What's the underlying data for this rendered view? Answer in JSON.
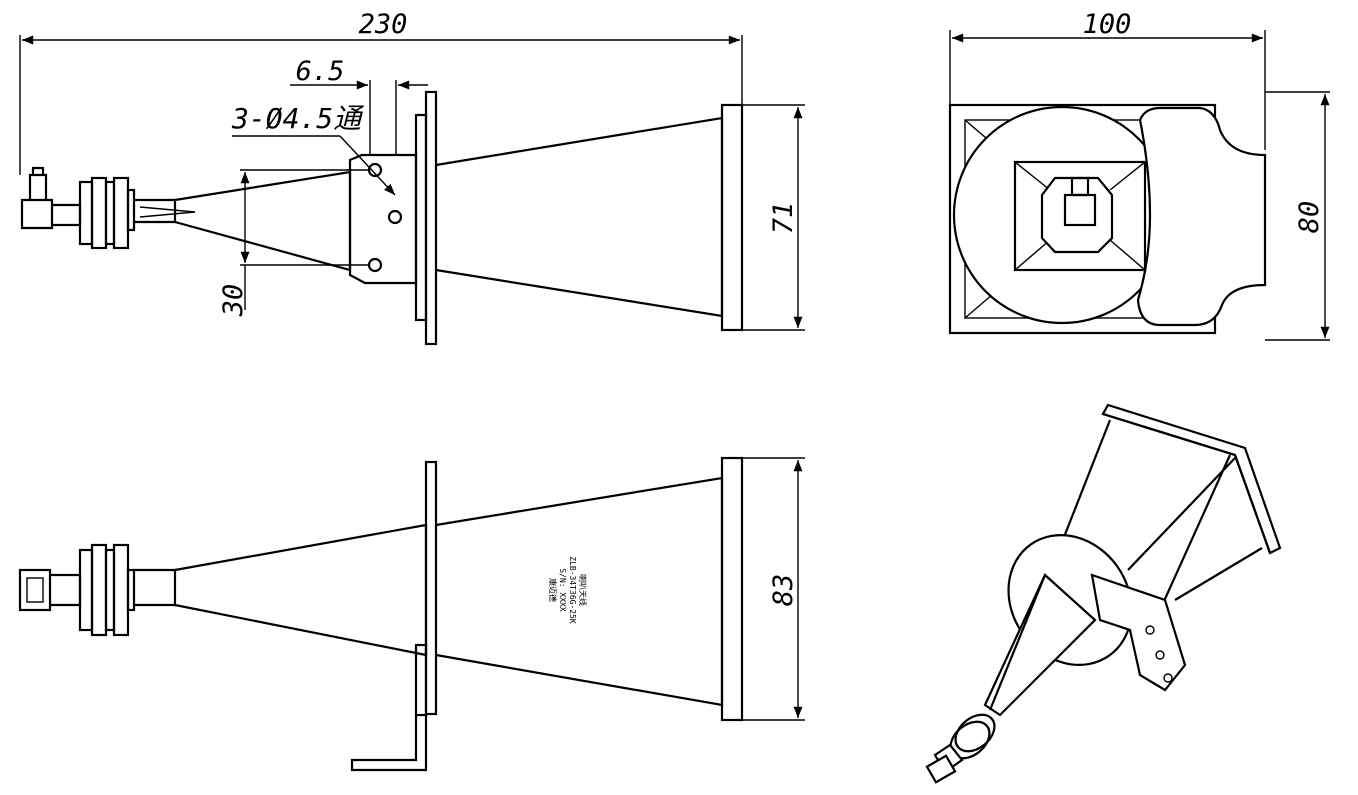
{
  "dimensions": {
    "side_length": "230",
    "side_offset": "6.5",
    "side_holes": "3-Ø4.5通",
    "side_hole_pitch": "30",
    "side_aperture": "71",
    "front_width": "100",
    "front_height": "80",
    "top_aperture": "83"
  },
  "nameplate": {
    "line1": "喇叭天线",
    "line2": "ZLB-34T36G-25K",
    "line3": "S/N: XXXX",
    "line4": "康迈德"
  }
}
